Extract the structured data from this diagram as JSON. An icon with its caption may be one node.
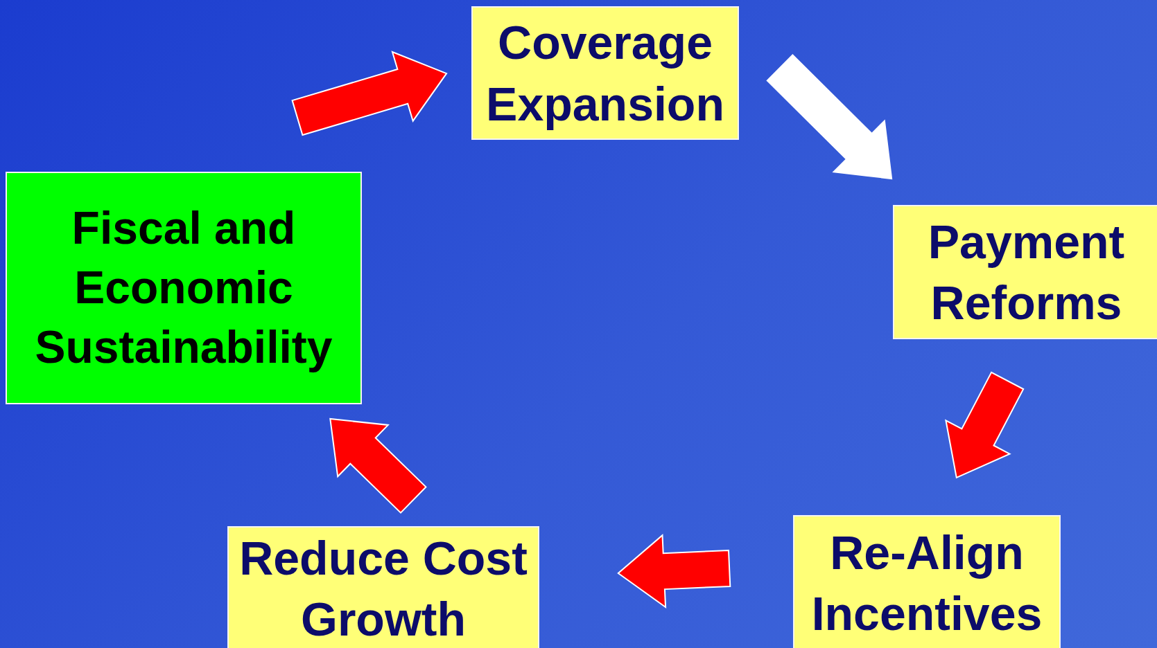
{
  "diagram": {
    "nodes": [
      {
        "text": [
          "Coverage Expansion"
        ]
      },
      {
        "text": [
          "Payment Reforms"
        ]
      },
      {
        "text": [
          "Re-Align Incentives"
        ]
      },
      {
        "text": [
          "Reduce Cost Growth"
        ]
      },
      {
        "text": [
          "Fiscal and Economic Sustainability"
        ]
      }
    ],
    "edges": [
      {
        "from": 4,
        "to": 0,
        "arrow": "to"
      },
      {
        "from": 0,
        "to": 1,
        "arrow": "to",
        "color": "#ffffff"
      },
      {
        "from": 1,
        "to": 2,
        "arrow": "to"
      },
      {
        "from": 2,
        "to": 3,
        "arrow": "to"
      },
      {
        "from": 3,
        "to": 4,
        "arrow": "to"
      }
    ]
  }
}
